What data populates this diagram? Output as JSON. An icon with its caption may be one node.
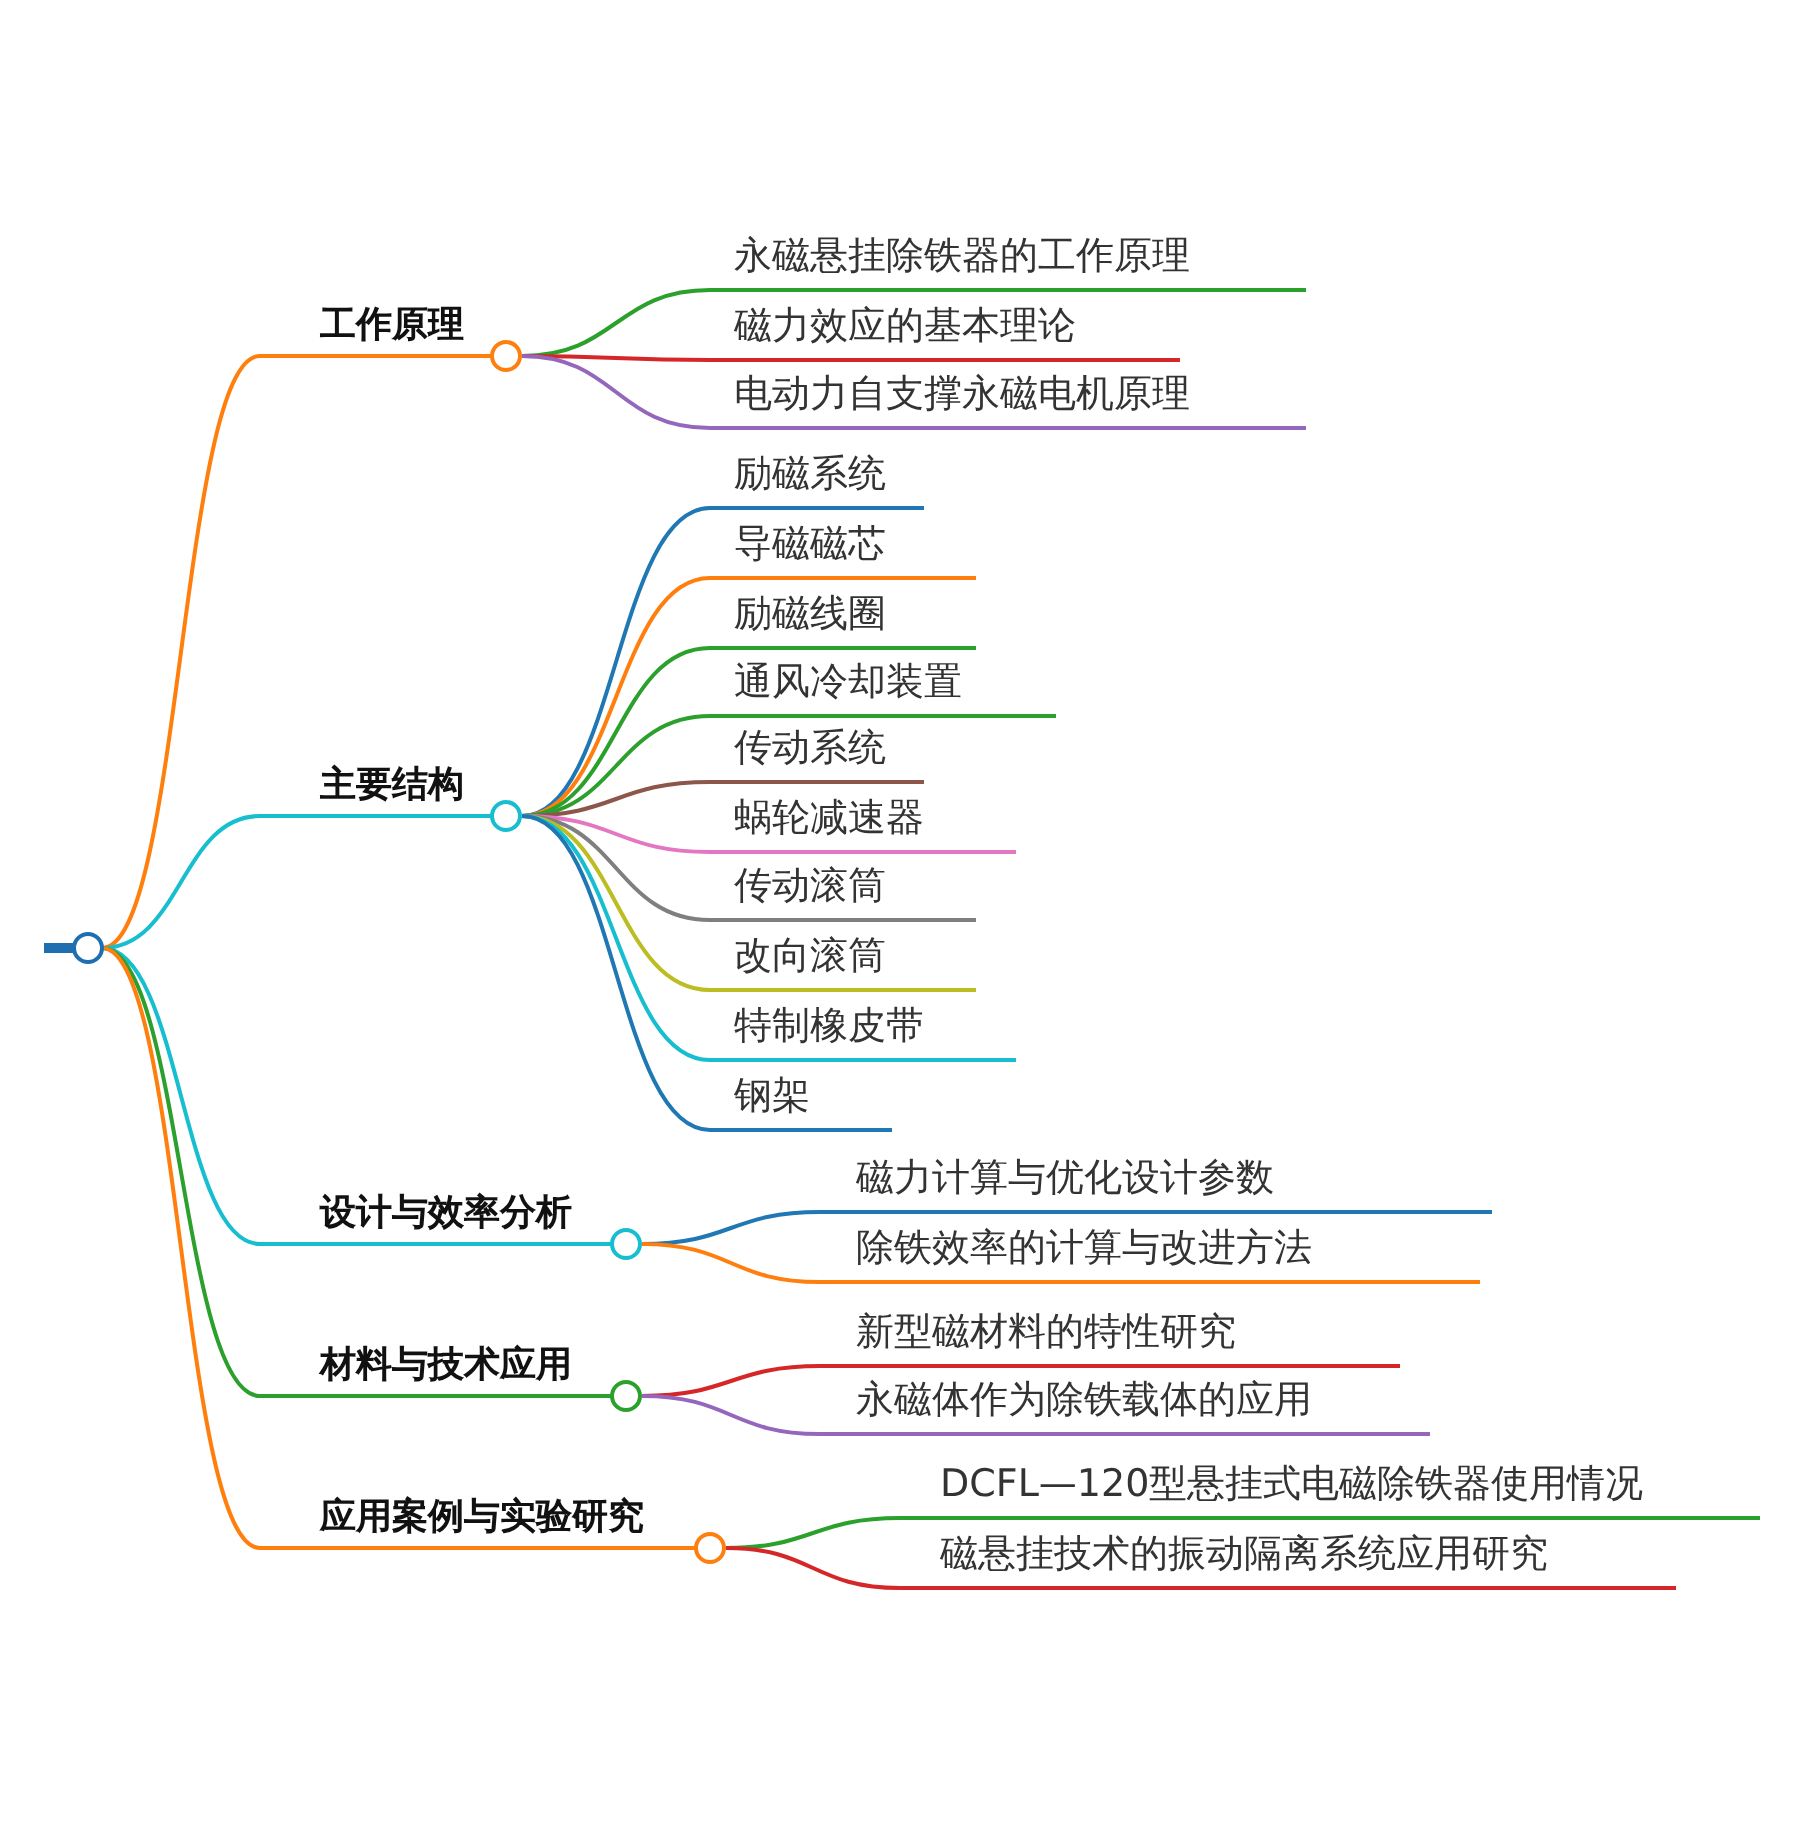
{
  "diagram": {
    "nodes": [
      {
        "text": [],
        "shape": "circle"
      },
      {
        "text": [
          "工作原理"
        ]
      },
      {
        "text": [
          "永磁悬挂除铁器的工作原理"
        ]
      },
      {
        "text": [
          "磁力效应的基本理论"
        ]
      },
      {
        "text": [
          "电动力自支撑永磁电机原理"
        ]
      },
      {
        "text": [
          "主要结构"
        ]
      },
      {
        "text": [
          "励磁系统"
        ]
      },
      {
        "text": [
          "导磁磁芯"
        ]
      },
      {
        "text": [
          "励磁线圈"
        ]
      },
      {
        "text": [
          "通风冷却装置"
        ]
      },
      {
        "text": [
          "传动系统"
        ]
      },
      {
        "text": [
          "蜗轮减速器"
        ]
      },
      {
        "text": [
          "传动滚筒"
        ]
      },
      {
        "text": [
          "改向滚筒"
        ]
      },
      {
        "text": [
          "特制橡皮带"
        ]
      },
      {
        "text": [
          "钢架"
        ]
      },
      {
        "text": [
          "设计与效率分析"
        ]
      },
      {
        "text": [
          "磁力计算与优化设计参数"
        ]
      },
      {
        "text": [
          "除铁效率的计算与改进方法"
        ]
      },
      {
        "text": [
          "材料与技术应用"
        ]
      },
      {
        "text": [
          "新型磁材料的特性研究"
        ]
      },
      {
        "text": [
          "永磁体作为除铁载体的应用"
        ]
      },
      {
        "text": [
          "应用案例与实验研究"
        ]
      },
      {
        "text": [
          "DCFL—120型悬挂式电磁除铁器使用情况"
        ]
      },
      {
        "text": [
          "磁悬挂技术的振动隔离系统应用研究"
        ]
      }
    ],
    "edges": [
      {
        "from": 0,
        "to": 1,
        "arrow": "none",
        "color": "#ff7f0e"
      },
      {
        "from": 1,
        "to": 2,
        "arrow": "none",
        "color": "#2ca02c"
      },
      {
        "from": 1,
        "to": 3,
        "arrow": "none",
        "color": "#d62728"
      },
      {
        "from": 1,
        "to": 4,
        "arrow": "none",
        "color": "#9467bd"
      },
      {
        "from": 0,
        "to": 5,
        "arrow": "none",
        "color": "#17becf"
      },
      {
        "from": 5,
        "to": 6,
        "arrow": "none",
        "color": "#1f77b4"
      },
      {
        "from": 5,
        "to": 7,
        "arrow": "none",
        "color": "#ff7f0e"
      },
      {
        "from": 5,
        "to": 8,
        "arrow": "none",
        "color": "#2ca02c"
      },
      {
        "from": 5,
        "to": 9,
        "arrow": "none",
        "color": "#2ca02c"
      },
      {
        "from": 5,
        "to": 10,
        "arrow": "none",
        "color": "#8c564b"
      },
      {
        "from": 5,
        "to": 11,
        "arrow": "none",
        "color": "#e377c2"
      },
      {
        "from": 5,
        "to": 12,
        "arrow": "none",
        "color": "#7f7f7f"
      },
      {
        "from": 5,
        "to": 13,
        "arrow": "none",
        "color": "#bcbd22"
      },
      {
        "from": 5,
        "to": 14,
        "arrow": "none",
        "color": "#17becf"
      },
      {
        "from": 5,
        "to": 15,
        "arrow": "none",
        "color": "#1f77b4"
      },
      {
        "from": 0,
        "to": 16,
        "arrow": "none",
        "color": "#17becf"
      },
      {
        "from": 16,
        "to": 17,
        "arrow": "none",
        "color": "#1f77b4"
      },
      {
        "from": 16,
        "to": 18,
        "arrow": "none",
        "color": "#ff7f0e"
      },
      {
        "from": 0,
        "to": 19,
        "arrow": "none",
        "color": "#2ca02c"
      },
      {
        "from": 19,
        "to": 20,
        "arrow": "none",
        "color": "#d62728"
      },
      {
        "from": 19,
        "to": 21,
        "arrow": "none",
        "color": "#9467bd"
      },
      {
        "from": 0,
        "to": 22,
        "arrow": "none",
        "color": "#ff7f0e"
      },
      {
        "from": 22,
        "to": 23,
        "arrow": "none",
        "color": "#2ca02c"
      },
      {
        "from": 22,
        "to": 24,
        "arrow": "none",
        "color": "#d62728"
      }
    ]
  }
}
